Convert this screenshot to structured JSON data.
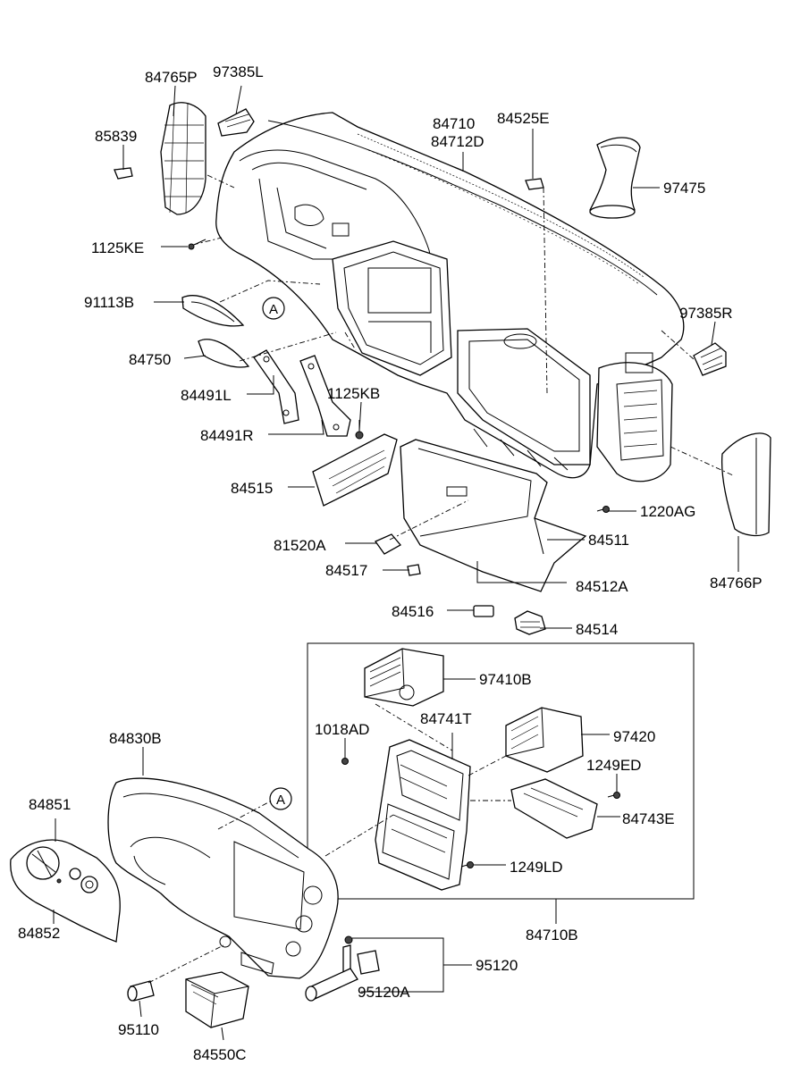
{
  "labels": {
    "p84765P": "84765P",
    "p97385L": "97385L",
    "p85839": "85839",
    "p1125KE": "1125KE",
    "p91113B": "91113B",
    "p84750": "84750",
    "p84491L": "84491L",
    "p84491R": "84491R",
    "p1125KB": "1125KB",
    "p84515": "84515",
    "p81520A": "81520A",
    "p84517": "84517",
    "p84516": "84516",
    "p84514": "84514",
    "p84512A": "84512A",
    "p84511": "84511",
    "p1220AG": "1220AG",
    "p84766P": "84766P",
    "p97385R": "97385R",
    "p97475": "97475",
    "p84710": "84710",
    "p84712D": "84712D",
    "p84525E": "84525E",
    "p97410B": "97410B",
    "p1018AD": "1018AD",
    "p84741T": "84741T",
    "p97420": "97420",
    "p1249ED": "1249ED",
    "p84743E": "84743E",
    "p1249LD": "1249LD",
    "p84710B": "84710B",
    "p84830B": "84830B",
    "p84851": "84851",
    "p84852": "84852",
    "p95120": "95120",
    "p95120A": "95120A",
    "p95110": "95110",
    "p84550C": "84550C"
  },
  "connectors": {
    "top": "A",
    "bottom": "A"
  }
}
